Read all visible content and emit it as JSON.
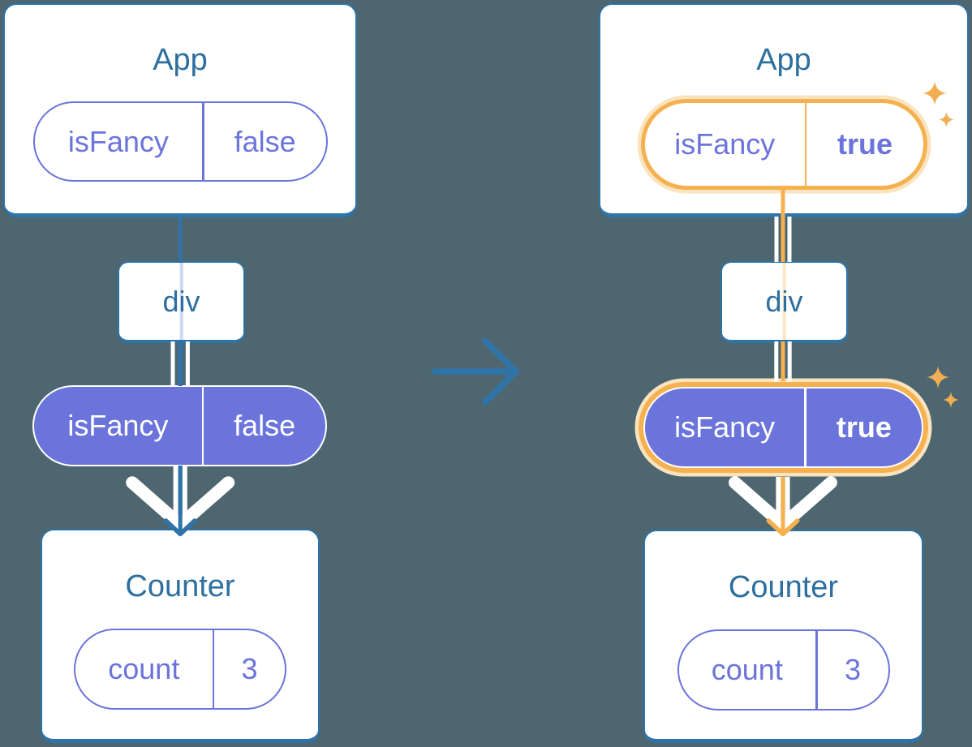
{
  "colors": {
    "background": "#4d6670",
    "steel_blue": "#2e74a8",
    "title_text": "#2d6f9e",
    "purple": "#6b74db",
    "orange": "#f5b150",
    "pale_orange": "#fae3bf",
    "lavender_line": "#ccd8ef",
    "light_orange_line": "#fae5c4",
    "sparkle": "#f2ae52"
  },
  "icons": {
    "transition_arrow": "right-arrow",
    "sparkle": "four-point-star",
    "prop_flow_arrowhead": "down-chevron"
  },
  "left": {
    "app_title": "App",
    "app_pill_name": "isFancy",
    "app_pill_value": "false",
    "div_label": "div",
    "state_pill_name": "isFancy",
    "state_pill_value": "false",
    "counter_title": "Counter",
    "counter_pill_name": "count",
    "counter_pill_value": "3"
  },
  "right": {
    "app_title": "App",
    "app_pill_name": "isFancy",
    "app_pill_value": "true",
    "div_label": "div",
    "state_pill_name": "isFancy",
    "state_pill_value": "true",
    "counter_title": "Counter",
    "counter_pill_name": "count",
    "counter_pill_value": "3"
  }
}
